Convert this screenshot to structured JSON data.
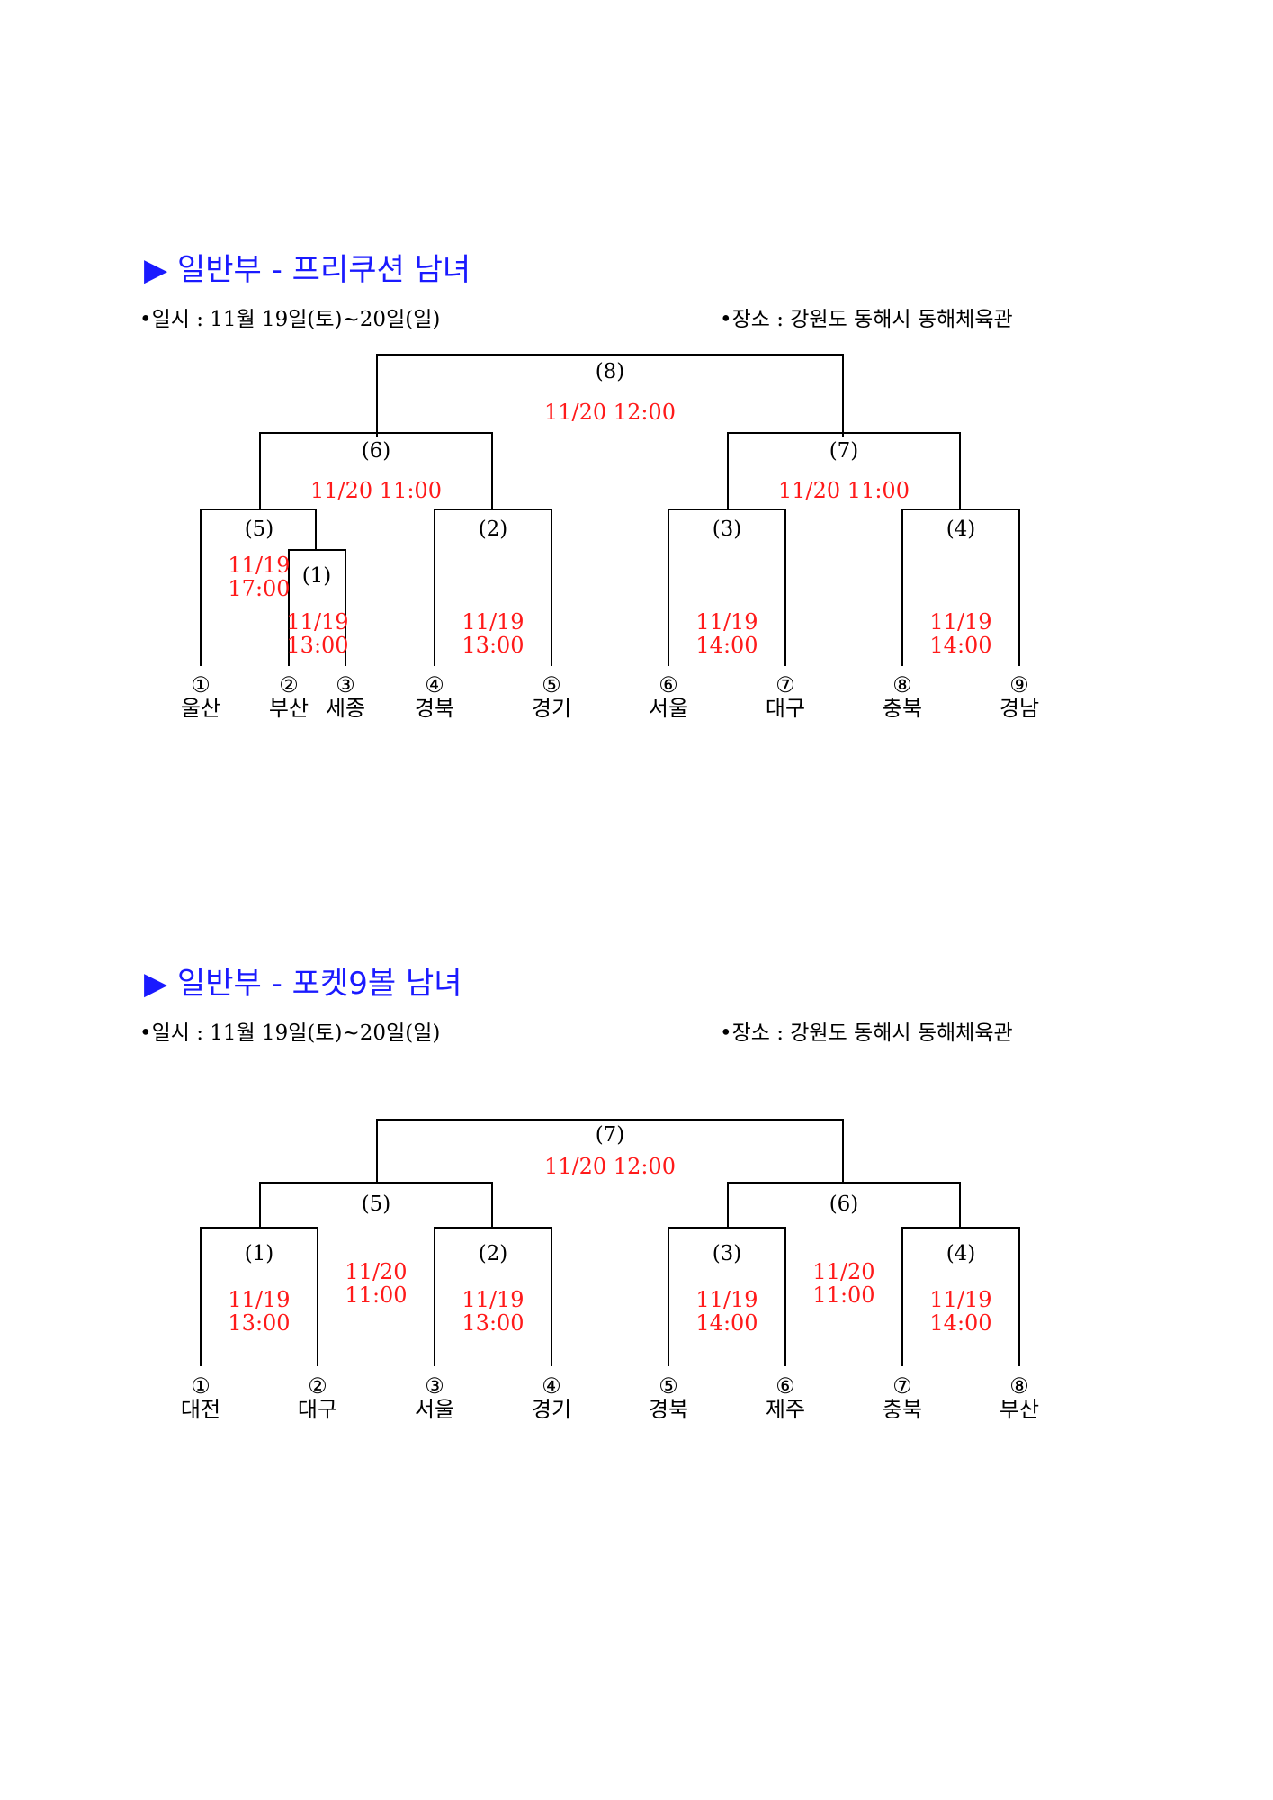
{
  "sections": [
    {
      "title": "▶ 일반부 - 프리쿠션 남녀",
      "date_label": "•일시 : 11월 19일(토)~20일(일)",
      "venue_label": "•장소 : 강원도 동해시 동해체육관",
      "matches": [
        {
          "no": "(1)",
          "time": "11/19\n13:00"
        },
        {
          "no": "(2)",
          "time": "11/19\n13:00"
        },
        {
          "no": "(3)",
          "time": "11/19\n14:00"
        },
        {
          "no": "(4)",
          "time": "11/19\n14:00"
        },
        {
          "no": "(5)",
          "time": "11/19\n17:00"
        },
        {
          "no": "(6)",
          "time": "11/20 11:00"
        },
        {
          "no": "(7)",
          "time": "11/20 11:00"
        },
        {
          "no": "(8)",
          "time": "11/20 12:00"
        }
      ],
      "teams": [
        {
          "seed": "①",
          "name": "울산"
        },
        {
          "seed": "②",
          "name": "부산"
        },
        {
          "seed": "③",
          "name": "세종"
        },
        {
          "seed": "④",
          "name": "경북"
        },
        {
          "seed": "⑤",
          "name": "경기"
        },
        {
          "seed": "⑥",
          "name": "서울"
        },
        {
          "seed": "⑦",
          "name": "대구"
        },
        {
          "seed": "⑧",
          "name": "충북"
        },
        {
          "seed": "⑨",
          "name": "경남"
        }
      ]
    },
    {
      "title": "▶ 일반부 - 포켓9볼 남녀",
      "date_label": "•일시 : 11월 19일(토)~20일(일)",
      "venue_label": "•장소 : 강원도 동해시 동해체육관",
      "matches": [
        {
          "no": "(1)",
          "time": "11/19\n13:00"
        },
        {
          "no": "(2)",
          "time": "11/19\n13:00"
        },
        {
          "no": "(3)",
          "time": "11/19\n14:00"
        },
        {
          "no": "(4)",
          "time": "11/19\n14:00"
        },
        {
          "no": "(5)",
          "time": "11/20\n11:00"
        },
        {
          "no": "(6)",
          "time": "11/20\n11:00"
        },
        {
          "no": "(7)",
          "time": "11/20 12:00"
        }
      ],
      "teams": [
        {
          "seed": "①",
          "name": "대전"
        },
        {
          "seed": "②",
          "name": "대구"
        },
        {
          "seed": "③",
          "name": "서울"
        },
        {
          "seed": "④",
          "name": "경기"
        },
        {
          "seed": "⑤",
          "name": "경북"
        },
        {
          "seed": "⑥",
          "name": "제주"
        },
        {
          "seed": "⑦",
          "name": "충북"
        },
        {
          "seed": "⑧",
          "name": "부산"
        }
      ]
    }
  ]
}
